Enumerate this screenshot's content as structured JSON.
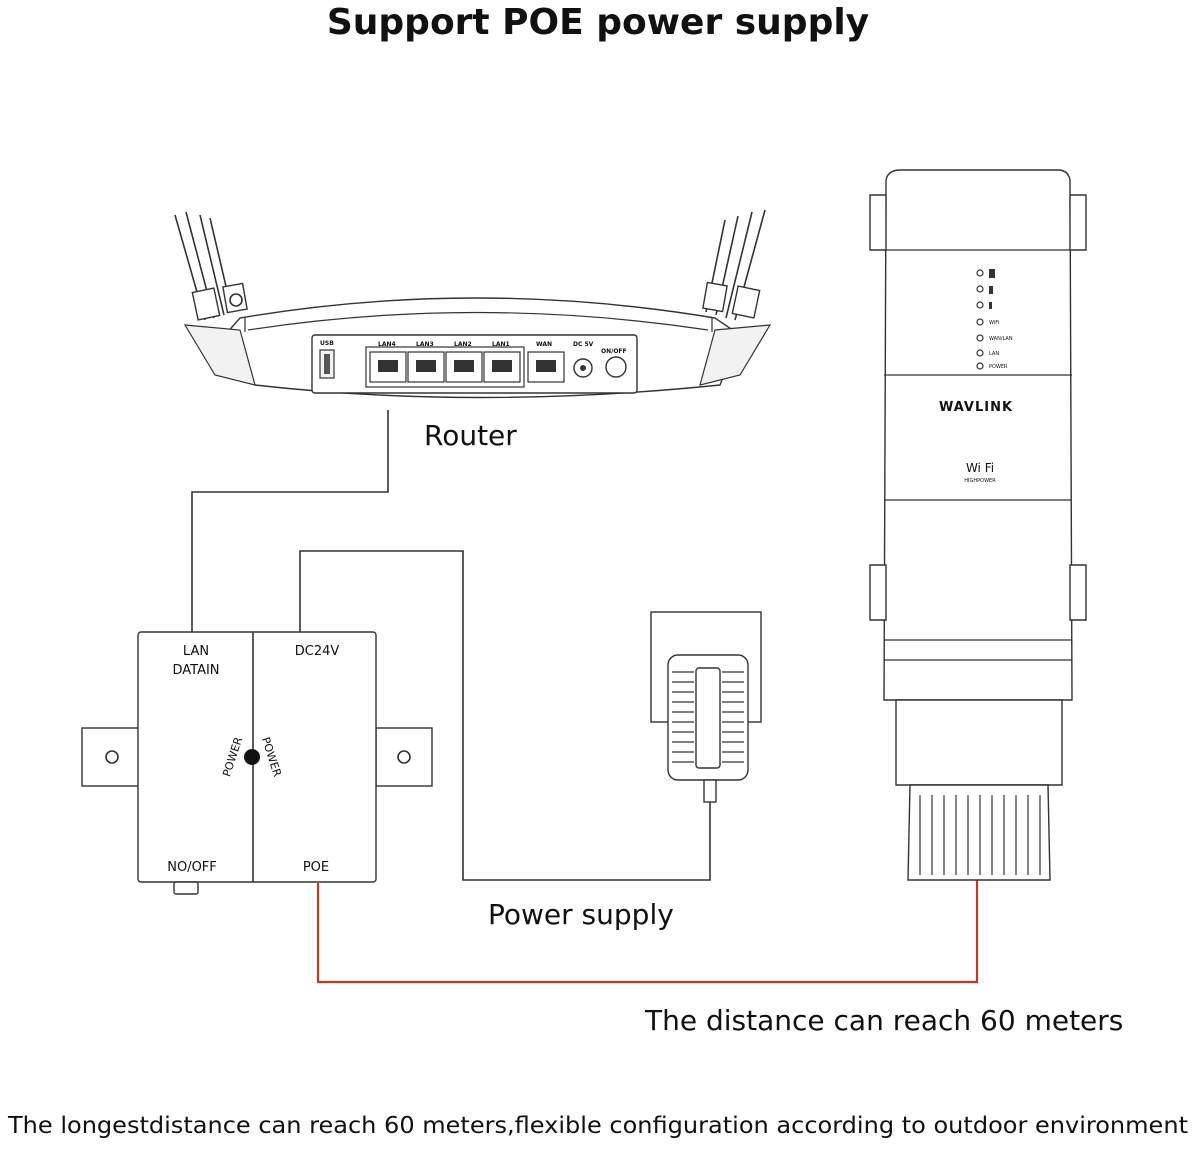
{
  "title": "Support POE power supply",
  "footer": "The longestdistance can reach 60 meters,flexible configuration according to outdoor environment",
  "router": {
    "label": "Router",
    "ports": [
      "USB",
      "LAN4",
      "LAN3",
      "LAN2",
      "LAN1",
      "WAN",
      "DC 5V",
      "ON/OFF"
    ]
  },
  "poe_injector": {
    "port_lan_line1": "LAN",
    "port_lan_line2": "DATAIN",
    "port_dc": "DC24V",
    "port_switch": "NO/OFF",
    "port_poe": "POE",
    "power_label_left": "POWER",
    "power_label_right": "POWER"
  },
  "power_supply": {
    "label": "Power supply"
  },
  "cpe": {
    "brand": "WAVLINK",
    "wifi_text": "Wi Fi",
    "wifi_sub": "HIGHPOWER",
    "leds": [
      "",
      "",
      "",
      "WiFi",
      "WAN/LAN",
      "LAN",
      "POWER"
    ]
  },
  "distance_label": "The distance can reach 60 meters",
  "colors": {
    "poe_cable": "#c0392b",
    "line": "#333333"
  }
}
